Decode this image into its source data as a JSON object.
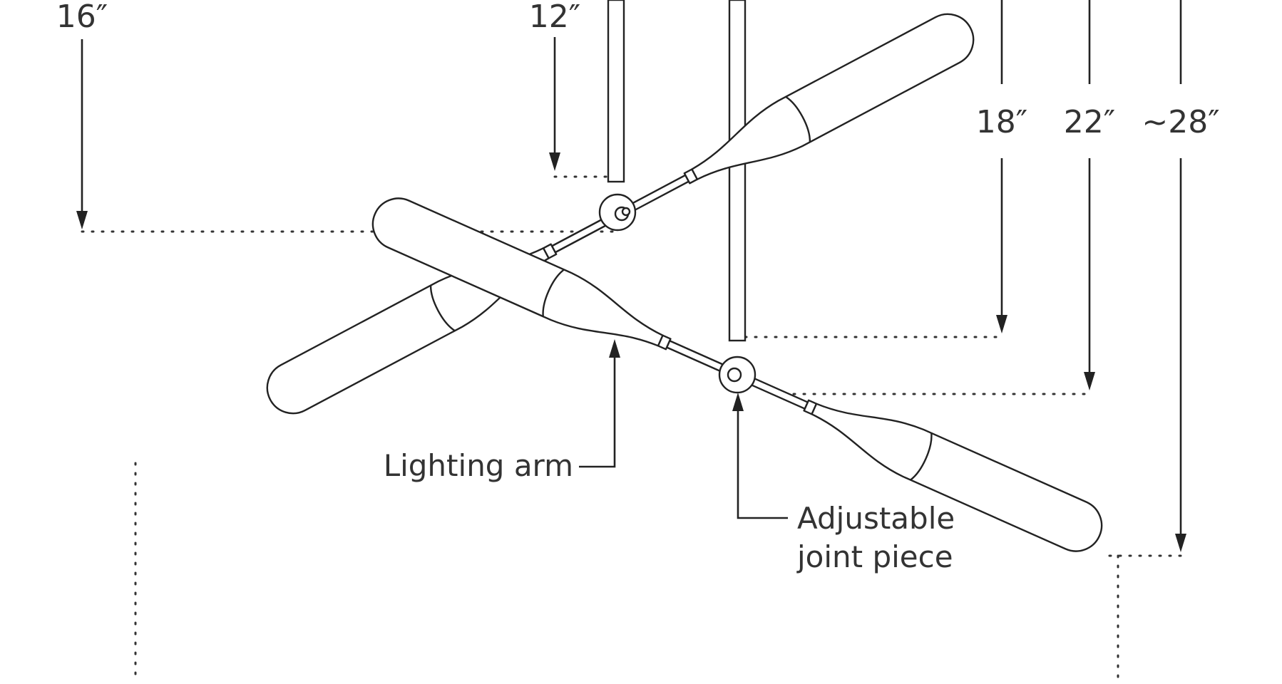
{
  "dimensions": [
    {
      "id": "dim-16",
      "label": "16″"
    },
    {
      "id": "dim-12",
      "label": "12″"
    },
    {
      "id": "dim-18",
      "label": "18″"
    },
    {
      "id": "dim-22",
      "label": "22″"
    },
    {
      "id": "dim-28",
      "label": "~28″"
    }
  ],
  "callouts": {
    "lighting_arm": "Lighting arm",
    "joint_line1": "Adjustable",
    "joint_line2": "joint piece"
  },
  "colors": {
    "stroke": "#222222",
    "text": "#333333",
    "background": "#ffffff"
  }
}
